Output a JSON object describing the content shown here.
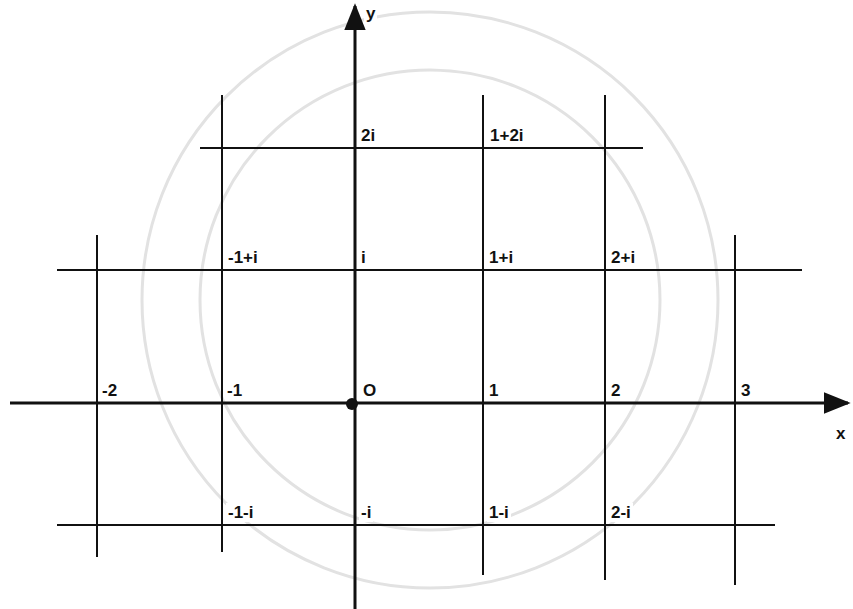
{
  "diagram": {
    "labels": [
      "y",
      "2i",
      "1+2i",
      "-1+i",
      "i",
      "1+i",
      "2+i",
      "-2",
      "-1",
      "O",
      "1",
      "2",
      "3",
      "x",
      "-1-i",
      "-i",
      "1-i",
      "2-i"
    ]
  }
}
